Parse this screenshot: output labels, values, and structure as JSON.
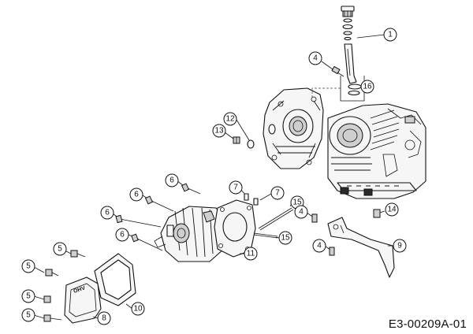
{
  "drawing": {
    "reference_code": "E3-00209A-01",
    "ohv_stamp": "OHV",
    "callouts": [
      {
        "id": "c1",
        "label": "1"
      },
      {
        "id": "c4a",
        "label": "4"
      },
      {
        "id": "c16",
        "label": "16"
      },
      {
        "id": "c12",
        "label": "12"
      },
      {
        "id": "c13",
        "label": "13"
      },
      {
        "id": "c6a",
        "label": "6"
      },
      {
        "id": "c6b",
        "label": "6"
      },
      {
        "id": "c6c",
        "label": "6"
      },
      {
        "id": "c6d",
        "label": "6"
      },
      {
        "id": "c7a",
        "label": "7"
      },
      {
        "id": "c7b",
        "label": "7"
      },
      {
        "id": "c15a",
        "label": "15"
      },
      {
        "id": "c15b",
        "label": "15"
      },
      {
        "id": "c4b",
        "label": "4"
      },
      {
        "id": "c4c",
        "label": "4"
      },
      {
        "id": "c14",
        "label": "14"
      },
      {
        "id": "c9",
        "label": "9"
      },
      {
        "id": "c11",
        "label": "11"
      },
      {
        "id": "c5a",
        "label": "5"
      },
      {
        "id": "c5b",
        "label": "5"
      },
      {
        "id": "c5c",
        "label": "5"
      },
      {
        "id": "c5d",
        "label": "5"
      },
      {
        "id": "c10",
        "label": "10"
      },
      {
        "id": "c8",
        "label": "8"
      }
    ]
  }
}
